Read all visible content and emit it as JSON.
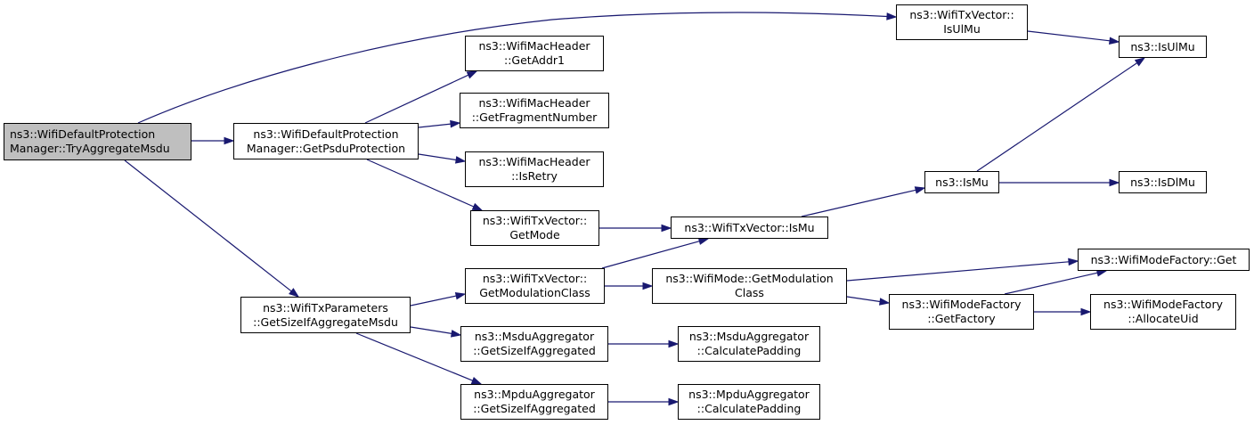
{
  "nodes": {
    "try_aggregate_msdu": [
      "ns3::WifiDefaultProtection",
      "Manager::TryAggregateMsdu"
    ],
    "get_psdu_protection": [
      "ns3::WifiDefaultProtection",
      "Manager::GetPsduProtection"
    ],
    "is_ul_mu_txvector": [
      "ns3::WifiTxVector::",
      "IsUlMu"
    ],
    "is_ul_mu": [
      "ns3::IsUlMu"
    ],
    "get_addr1": [
      "ns3::WifiMacHeader",
      "::GetAddr1"
    ],
    "get_fragment_number": [
      "ns3::WifiMacHeader",
      "::GetFragmentNumber"
    ],
    "is_retry": [
      "ns3::WifiMacHeader",
      "::IsRetry"
    ],
    "get_mode": [
      "ns3::WifiTxVector::",
      "GetMode"
    ],
    "txvector_is_mu": [
      "ns3::WifiTxVector::IsMu"
    ],
    "is_mu": [
      "ns3::IsMu"
    ],
    "is_dl_mu": [
      "ns3::IsDlMu"
    ],
    "get_size_if_aggregate_msdu": [
      "ns3::WifiTxParameters",
      "::GetSizeIfAggregateMsdu"
    ],
    "get_modulation_class_txvector": [
      "ns3::WifiTxVector::",
      "GetModulationClass"
    ],
    "get_modulation_class_mode": [
      "ns3::WifiMode::GetModulation",
      "Class"
    ],
    "mode_factory_get": [
      "ns3::WifiModeFactory::Get"
    ],
    "mode_factory_get_factory": [
      "ns3::WifiModeFactory",
      "::GetFactory"
    ],
    "allocate_uid": [
      "ns3::WifiModeFactory",
      "::AllocateUid"
    ],
    "msdu_get_size": [
      "ns3::MsduAggregator",
      "::GetSizeIfAggregated"
    ],
    "msdu_calc_padding": [
      "ns3::MsduAggregator",
      "::CalculatePadding"
    ],
    "mpdu_get_size": [
      "ns3::MpduAggregator",
      "::GetSizeIfAggregated"
    ],
    "mpdu_calc_padding": [
      "ns3::MpduAggregator",
      "::CalculatePadding"
    ]
  },
  "edges": [
    [
      "try_aggregate_msdu",
      "get_psdu_protection"
    ],
    [
      "try_aggregate_msdu",
      "is_ul_mu_txvector"
    ],
    [
      "try_aggregate_msdu",
      "get_size_if_aggregate_msdu"
    ],
    [
      "is_ul_mu_txvector",
      "is_ul_mu"
    ],
    [
      "get_psdu_protection",
      "get_addr1"
    ],
    [
      "get_psdu_protection",
      "get_fragment_number"
    ],
    [
      "get_psdu_protection",
      "is_retry"
    ],
    [
      "get_psdu_protection",
      "get_mode"
    ],
    [
      "get_mode",
      "txvector_is_mu"
    ],
    [
      "txvector_is_mu",
      "is_mu"
    ],
    [
      "is_mu",
      "is_ul_mu"
    ],
    [
      "is_mu",
      "is_dl_mu"
    ],
    [
      "get_size_if_aggregate_msdu",
      "get_modulation_class_txvector"
    ],
    [
      "get_size_if_aggregate_msdu",
      "msdu_get_size"
    ],
    [
      "get_size_if_aggregate_msdu",
      "mpdu_get_size"
    ],
    [
      "get_modulation_class_txvector",
      "txvector_is_mu"
    ],
    [
      "get_modulation_class_txvector",
      "get_modulation_class_mode"
    ],
    [
      "get_modulation_class_mode",
      "mode_factory_get"
    ],
    [
      "get_modulation_class_mode",
      "mode_factory_get_factory"
    ],
    [
      "mode_factory_get_factory",
      "mode_factory_get"
    ],
    [
      "mode_factory_get_factory",
      "allocate_uid"
    ],
    [
      "msdu_get_size",
      "msdu_calc_padding"
    ],
    [
      "mpdu_get_size",
      "mpdu_calc_padding"
    ]
  ],
  "colors": {
    "edge": "#191970",
    "root_fill": "#bfbfbf",
    "node_fill": "#ffffff",
    "border": "#000000"
  }
}
